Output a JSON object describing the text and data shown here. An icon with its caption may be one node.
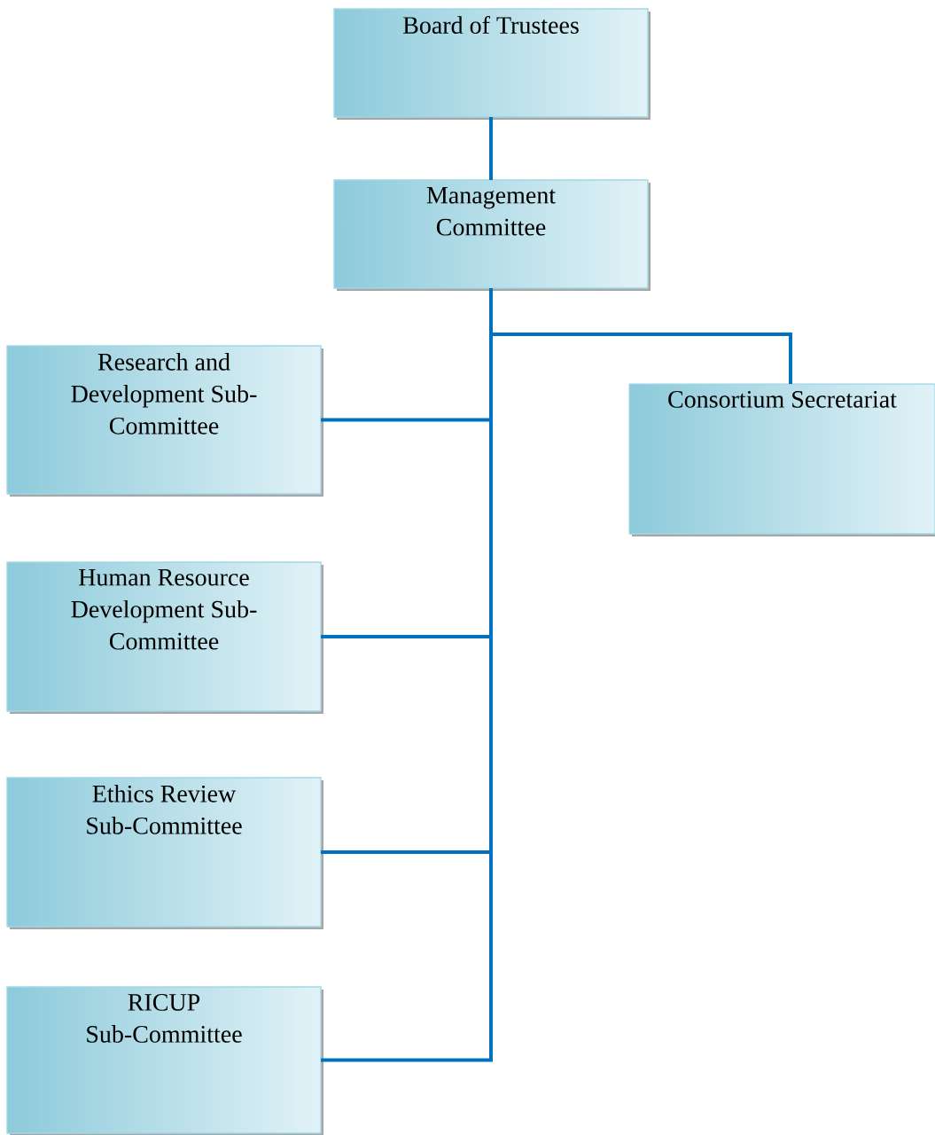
{
  "diagram": {
    "nodes": [
      {
        "text": [
          "Board of Trustees"
        ]
      },
      {
        "text": [
          "Management Committee"
        ]
      },
      {
        "text": [
          "Research and Development Sub-Committee"
        ]
      },
      {
        "text": [
          "Consortium Secretariat"
        ]
      },
      {
        "text": [
          "Human Resource Development Sub-Committee"
        ]
      },
      {
        "text": [
          "Ethics Review Sub-Committee"
        ]
      },
      {
        "text": [
          "RICUP Sub-Committee"
        ]
      }
    ],
    "edges": [
      {
        "from": 0,
        "to": 1,
        "arrow": "none"
      },
      {
        "from": 1,
        "to": 2,
        "arrow": "none"
      },
      {
        "from": 1,
        "to": 3,
        "arrow": "none"
      },
      {
        "from": 1,
        "to": 4,
        "arrow": "none"
      },
      {
        "from": 1,
        "to": 5,
        "arrow": "none"
      },
      {
        "from": 1,
        "to": 6,
        "arrow": "none"
      }
    ]
  }
}
